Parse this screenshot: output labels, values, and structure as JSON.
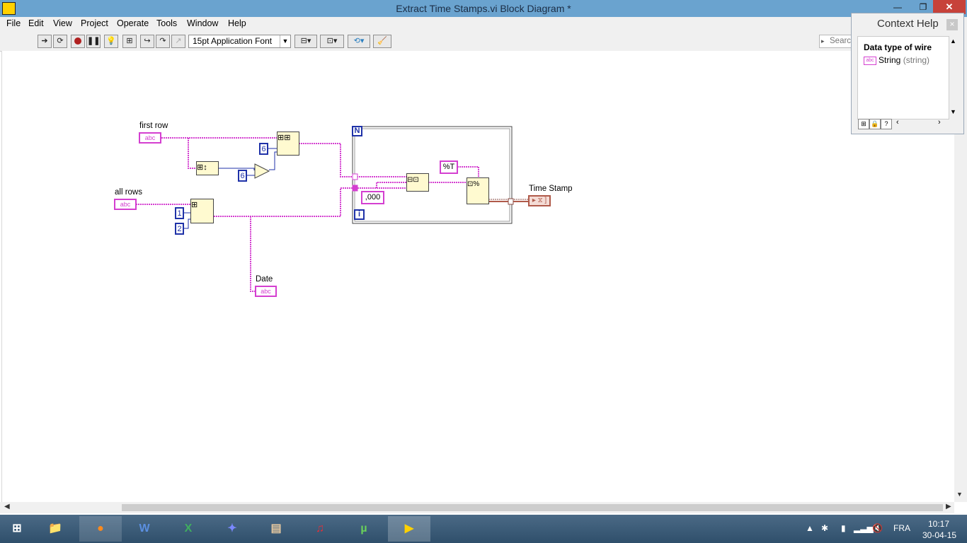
{
  "window": {
    "title": "Extract Time Stamps.vi Block Diagram *",
    "min_glyph": "—",
    "max_glyph": "❐",
    "close_glyph": "✕"
  },
  "menu": [
    "File",
    "Edit",
    "View",
    "Project",
    "Operate",
    "Tools",
    "Window",
    "Help"
  ],
  "toolbar": {
    "font": "15pt Application Font",
    "search_placeholder": "Search"
  },
  "diagram": {
    "labels": {
      "first_row": "first row",
      "all_rows": "all rows",
      "date": "Date",
      "time_stamp": "Time Stamp"
    },
    "constants": {
      "six_a": "6",
      "six_b": "6",
      "one": "1",
      "two": "2",
      "comma_fmt": ",000",
      "format_t": "%T"
    },
    "string_indicator": "abc",
    "loop_count": "N",
    "loop_index": "i"
  },
  "context_help": {
    "title": "Context Help",
    "close": "×",
    "heading": "Data type of wire",
    "type_name": "String",
    "type_detail": "(string)",
    "type_icon": "abc"
  },
  "taskbar": {
    "language": "FRA",
    "time": "10:17",
    "date": "30-04-15"
  },
  "colors": {
    "string_wire": "#d43fd0",
    "numeric": "#1f32a8",
    "titlebar": "#6aa3cf",
    "timestamp_wire": "#b05a4a"
  }
}
